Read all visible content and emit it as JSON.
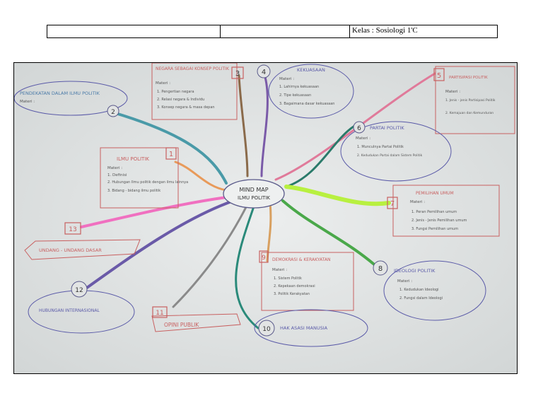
{
  "header": {
    "cell1": "",
    "cell2": "",
    "cell3": "Kelas : Sosiologi 1'C"
  },
  "mindmap": {
    "center_line1": "MIND MAP",
    "center_line2": "ILMU POLITIK",
    "branches": [
      {
        "number": "1",
        "title": "ILMU POLITIK",
        "label": "Materi :",
        "items": [
          "1. Definisi",
          "2. Hubungan Ilmu politik dengan ilmu lainnya",
          "3. Bidang - bidang ilmu politik"
        ],
        "color": "#e89a5a"
      },
      {
        "number": "2",
        "title": "PENDEKATAN DALAM ILMU POLITIK",
        "label": "Materi :",
        "items": [],
        "color": "#4a9aa8"
      },
      {
        "number": "3",
        "title": "NEGARA SEBAGAI KONSEP POLITIK",
        "label": "Materi :",
        "items": [
          "1. Pengertian negara",
          "2. Relasi negara & Individu",
          "3. Konsep negara & masa depan"
        ],
        "color": "#8a6a4a"
      },
      {
        "number": "4",
        "title": "KEKUASAAN",
        "label": "Materi :",
        "items": [
          "1. Lahirnya kekuasaan",
          "2. Tipe kekuasaan",
          "3. Bagaimana dasar kekuasaan"
        ],
        "color": "#7a5aa8"
      },
      {
        "number": "5",
        "title": "PARTISIPASI POLITIK",
        "label": "Materi :",
        "items": [
          "1. Jenis - jenis Partisipasi Politik",
          "2. Kemajuan dan Kemunduran"
        ],
        "color": "#e07a9a"
      },
      {
        "number": "6",
        "title": "PARTAI POLITIK",
        "label": "Materi :",
        "items": [
          "1. Munculnya Partai Politik",
          "2. Kedudukan Partai dalam Sistem Politik"
        ],
        "color": "#2a7a6a"
      },
      {
        "number": "7",
        "title": "PEMILIHAN UMUM",
        "label": "Materi :",
        "items": [
          "1. Peran Pemilihan umum",
          "2. Jenis - Jenis Pemilihan umum",
          "3. Fungsi Pemilihan umum"
        ],
        "color": "#b8f040"
      },
      {
        "number": "8",
        "title": "IDEOLOGI POLITIK",
        "label": "Materi :",
        "items": [
          "1. Kedudukan Ideologi",
          "2. Fungsi dalam Ideologi"
        ],
        "color": "#4aa84a"
      },
      {
        "number": "9",
        "title": "DEMOKRASI & KERAKYATAN",
        "label": "Materi :",
        "items": [
          "1. Sistem Politik",
          "2. Kepekaan demokrasi",
          "3. Politik Kerakyatan"
        ],
        "color": "#d8a060"
      },
      {
        "number": "10",
        "title": "HAK ASASI MANUSIA",
        "label": "",
        "items": [],
        "color": "#2a8a7a"
      },
      {
        "number": "11",
        "title": "OPINI PUBLIK",
        "label": "",
        "items": [],
        "color": "#8a8a8a"
      },
      {
        "number": "12",
        "title": "HUBUNGAN INTERNASIONAL",
        "label": "",
        "items": [],
        "color": "#6a5aa8"
      },
      {
        "number": "13",
        "title": "UNDANG - UNDANG DASAR",
        "label": "",
        "items": [],
        "color": "#f070c0"
      }
    ]
  }
}
